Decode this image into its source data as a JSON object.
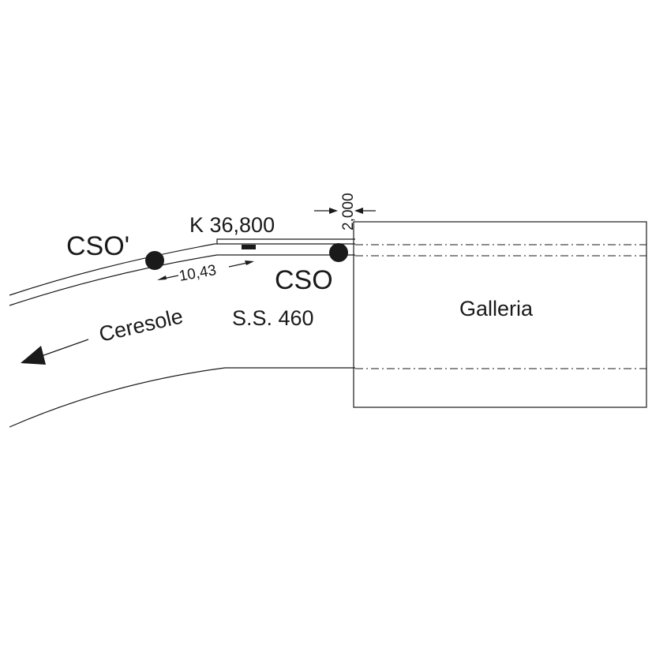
{
  "labels": {
    "cso_prime": "CSO'",
    "cso": "CSO",
    "km": "K 36,800",
    "distance": "10,43",
    "offset": "2,000",
    "road": "S.S. 460",
    "direction": "Ceresole",
    "tunnel": "Galleria"
  }
}
